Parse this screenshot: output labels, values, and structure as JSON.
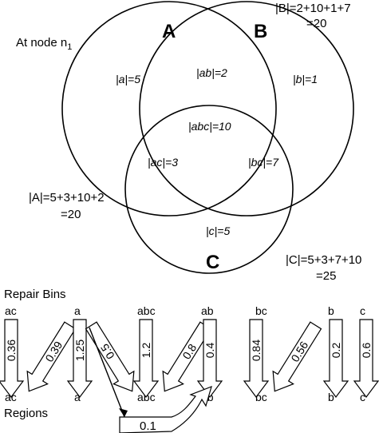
{
  "node_label": {
    "prefix": "At node n",
    "sub": "1"
  },
  "set_names": {
    "A": "A",
    "B": "B",
    "C": "C"
  },
  "region_labels": {
    "a": "|a|=5",
    "ab": "|ab|=2",
    "b": "|b|=1",
    "abc": "|abc|=10",
    "ac": "|ac|=3",
    "bc": "|bc|=7",
    "c": "|c|=5"
  },
  "set_sums": {
    "B_line1": "|B|=2+10+1+7",
    "B_line2": "=20",
    "A_line1": "|A|=5+3+10+2",
    "A_line2": "=20",
    "C_line1": "|C|=5+3+7+10",
    "C_line2": "=25"
  },
  "repair_bins_title": "Repair Bins",
  "regions_title": "Regions",
  "bins": [
    "ac",
    "a",
    "abc",
    "ab",
    "bc",
    "b",
    "c"
  ],
  "regions": [
    "ac",
    "a",
    "abc",
    "ab",
    "bc",
    "b",
    "c"
  ],
  "arrows": [
    {
      "value": "0.36"
    },
    {
      "value": "0.39"
    },
    {
      "value": "1.25"
    },
    {
      "value": "0.5"
    },
    {
      "value": "1.2"
    },
    {
      "value": "0.8"
    },
    {
      "value": "0.4"
    },
    {
      "value": "0.84"
    },
    {
      "value": "0.56"
    },
    {
      "value": "0.2"
    },
    {
      "value": "0.6"
    }
  ],
  "flow_value": "0.1"
}
